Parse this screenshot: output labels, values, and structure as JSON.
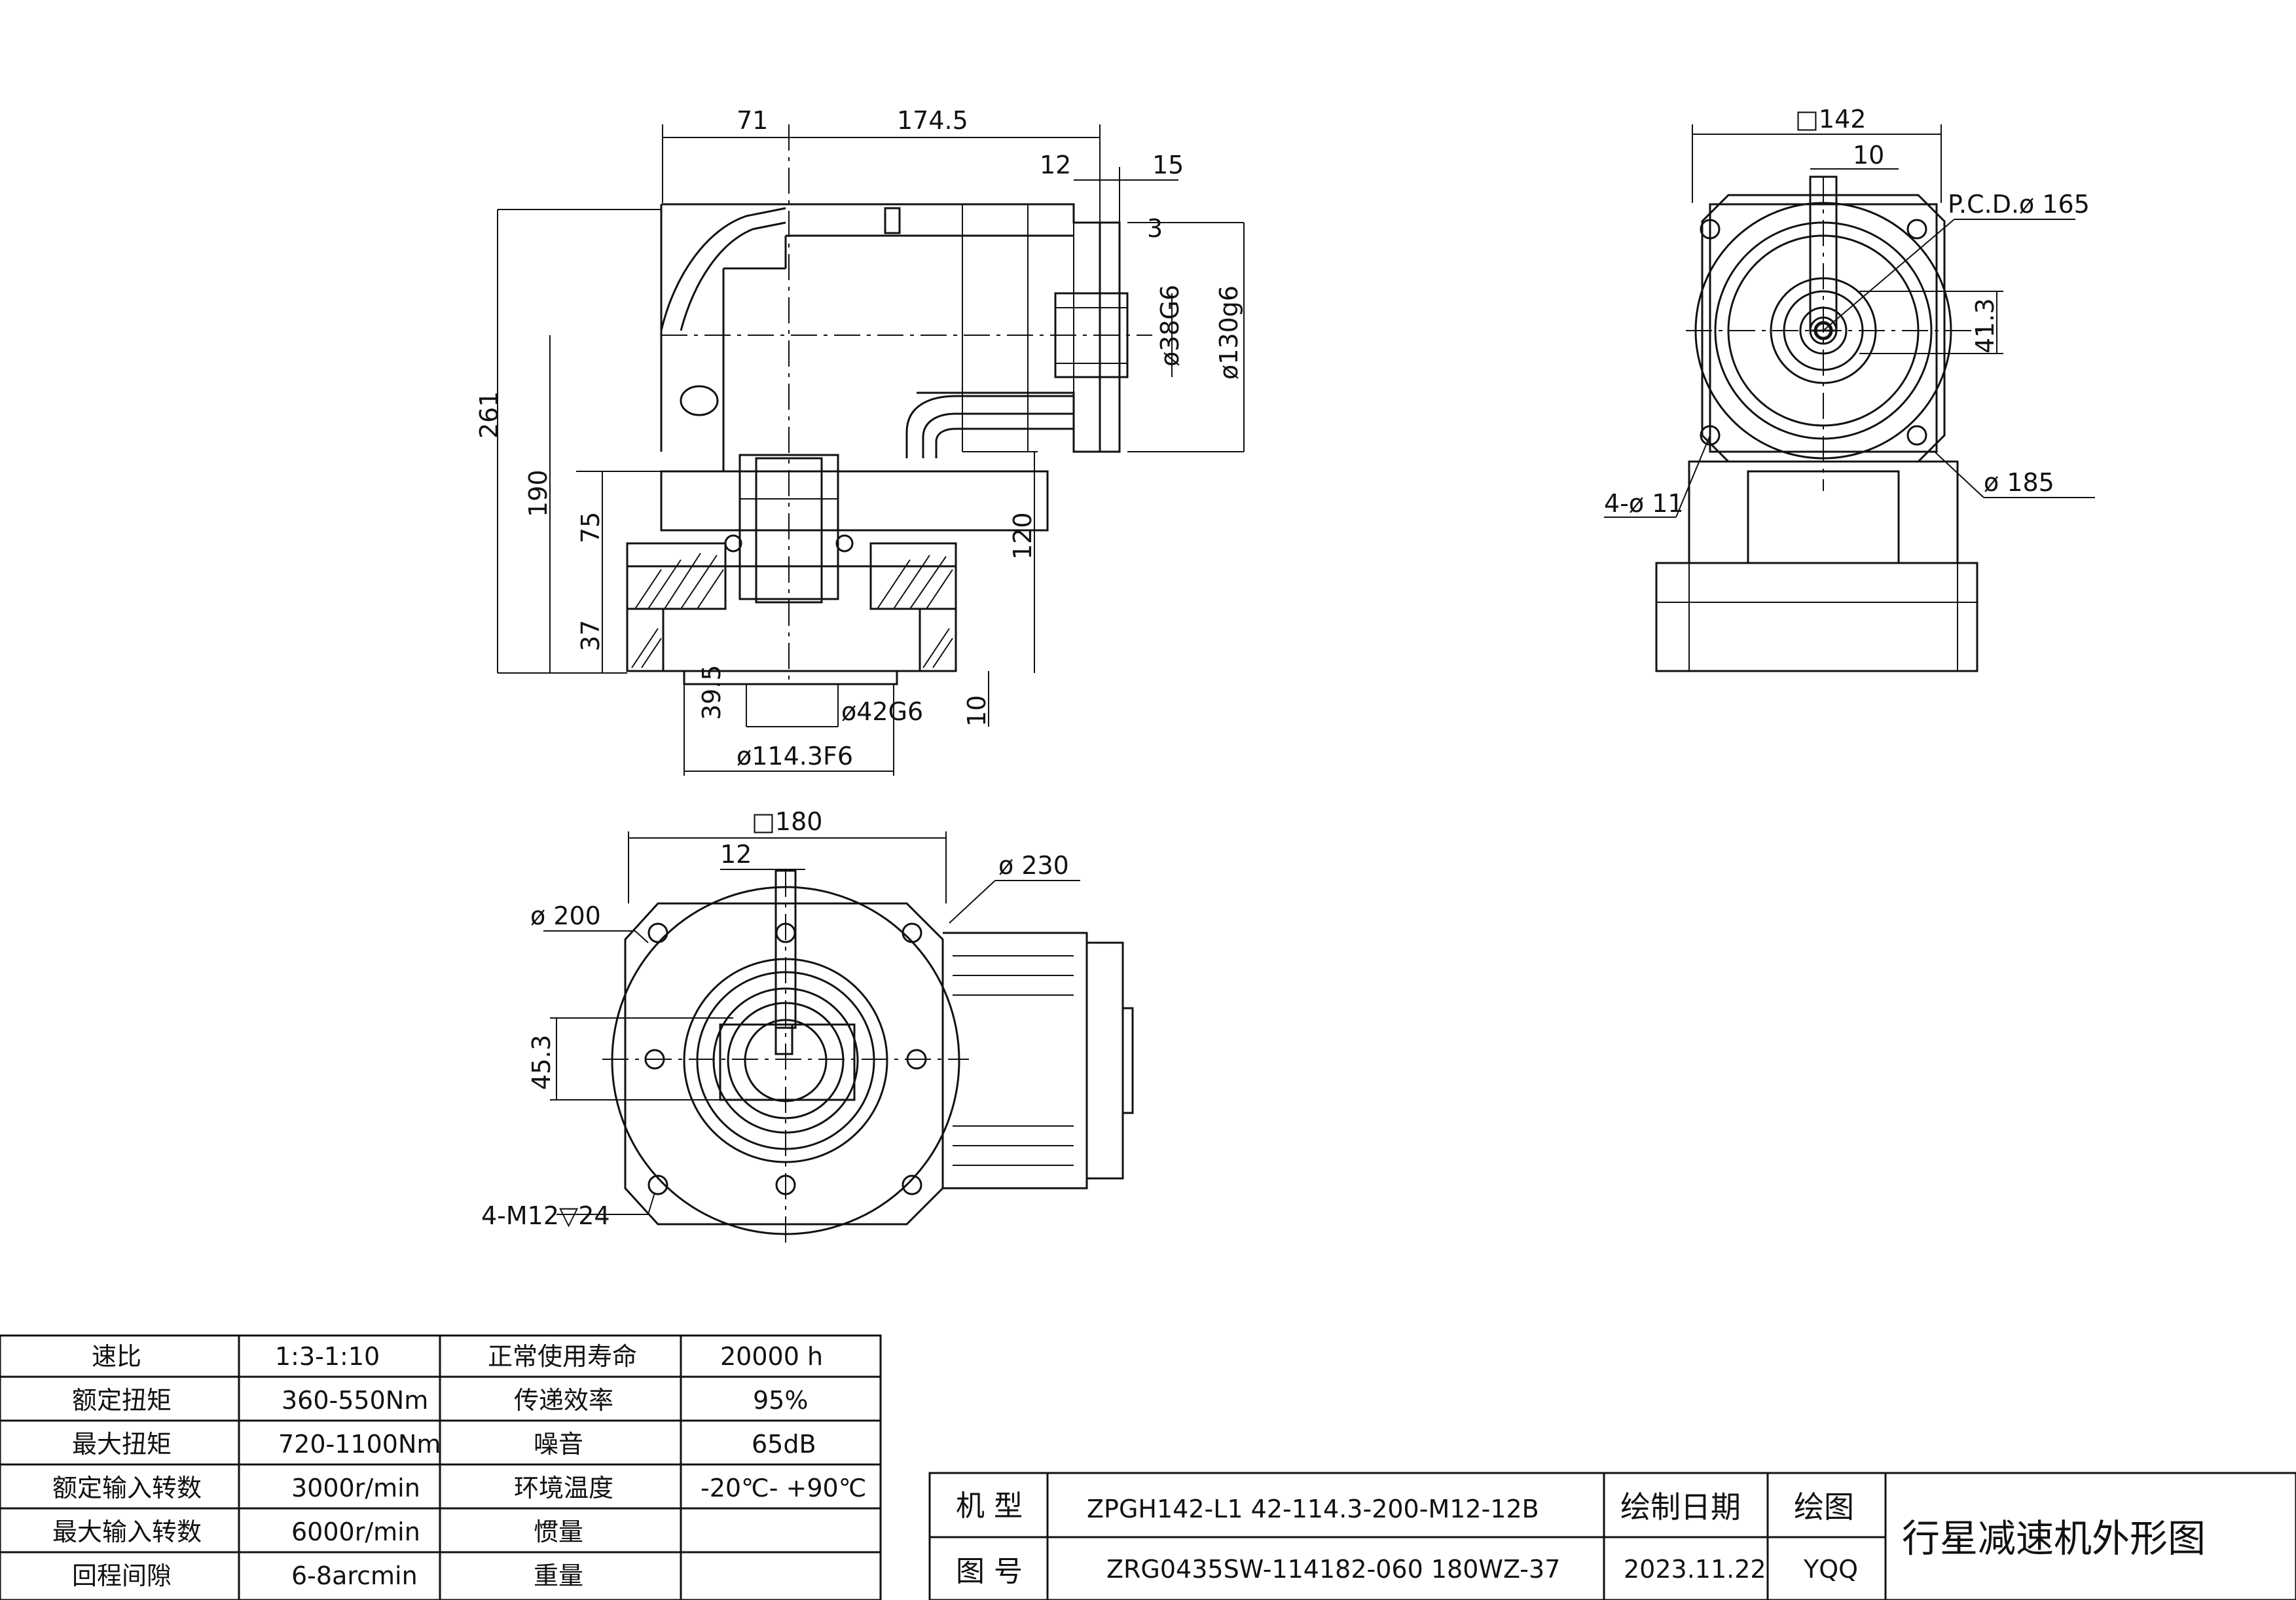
{
  "drawing": {
    "side_view": {
      "dims": {
        "d71": "71",
        "d174_5": "174.5",
        "d12": "12",
        "d15": "15",
        "d3": "3",
        "d38g6": "ø38G6",
        "d130g6": "ø130g6",
        "d261": "261",
        "d190": "190",
        "d75": "75",
        "d120": "120",
        "d37": "37",
        "d39_5": "39.5",
        "d42g6": "ø42G6",
        "d10": "10",
        "d114_3f6": "ø114.3F6"
      }
    },
    "input_view": {
      "dims": {
        "sq142": "□142",
        "d10": "10",
        "pcd": "P.C.D.ø 165",
        "d41_3": "41.3",
        "d185": "ø 185",
        "holes": "4-ø 11"
      }
    },
    "output_view": {
      "dims": {
        "sq180": "□180",
        "d12": "12",
        "d230": "ø 230",
        "d200": "ø 200",
        "d45_3": "45.3",
        "thread": "4-M12▽24"
      }
    }
  },
  "specs_table": {
    "rows": [
      {
        "label1": "速比",
        "value1": "1:3-1:10",
        "label2": "正常使用寿命",
        "value2": "20000  h"
      },
      {
        "label1": "额定扭矩",
        "value1": "360-550Nm",
        "label2": "传递效率",
        "value2": "95%"
      },
      {
        "label1": "最大扭矩",
        "value1": "720-1100Nm",
        "label2": "噪音",
        "value2": "65dB"
      },
      {
        "label1": "额定输入转数",
        "value1": "3000r/min",
        "label2": "环境温度",
        "value2": "-20℃-  +90℃"
      },
      {
        "label1": "最大输入转数",
        "value1": "6000r/min",
        "label2": "惯量",
        "value2": ""
      },
      {
        "label1": "回程间隙",
        "value1": "6-8arcmin",
        "label2": "重量",
        "value2": ""
      }
    ]
  },
  "title_block": {
    "model_label": "机  型",
    "model_value": "ZPGH142-L1  42-114.3-200-M12-12B",
    "drawing_no_label": "图  号",
    "drawing_no_value": "ZRG0435SW-114182-060  180WZ-37",
    "draw_date_label": "绘制日期",
    "draw_date_value": "2023.11.22",
    "drawer_label": "绘图",
    "drawer_value": "YQQ",
    "title": "行星减速机外形图"
  }
}
